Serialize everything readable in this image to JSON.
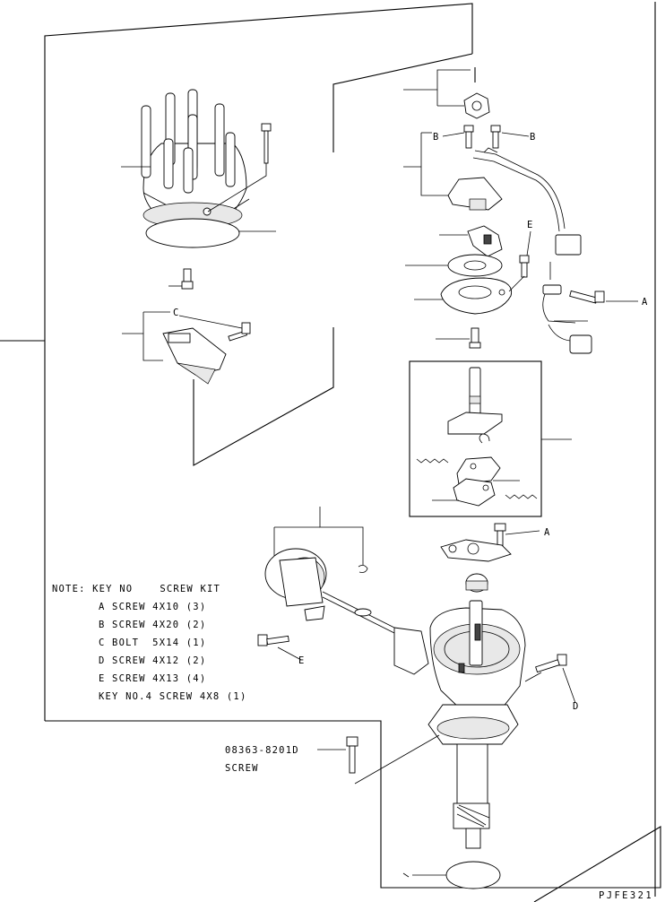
{
  "diagram": {
    "letters": {
      "B_left": "B",
      "B_right": "B",
      "E_upper": "E",
      "A_upper": "A",
      "C": "C",
      "A_lower": "A",
      "E_lower": "E",
      "D": "D"
    },
    "note": {
      "header": "NOTE: KEY NO    SCREW KIT",
      "lines": [
        "A SCREW 4X10 (3)",
        "B SCREW 4X20 (2)",
        "C BOLT  5X14 (1)",
        "D SCREW 4X12 (2)",
        "E SCREW 4X13 (4)",
        "KEY NO.4 SCREW 4X8 (1)"
      ]
    },
    "screw_callout": {
      "part_no": "08363-8201D",
      "name": "SCREW"
    },
    "drawing_code": "PJFE321"
  }
}
